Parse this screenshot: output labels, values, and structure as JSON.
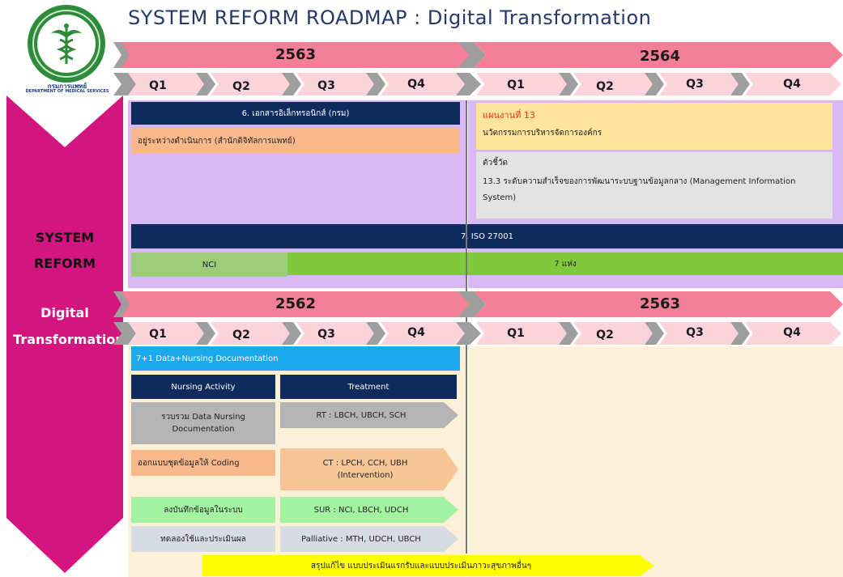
{
  "title": "SYSTEM REFORM ROADMAP : Digital Transformation",
  "logo": {
    "org_th": "กรมการแพทย์",
    "org_en": "DEPARTMENT OF MEDICAL SERVICES",
    "icon": "ministry-of-public-health-seal"
  },
  "side": {
    "line1": "SYSTEM",
    "line2": "REFORM",
    "line3": "Digital",
    "line4": "Transformation."
  },
  "colors": {
    "magenta": "#d4147f",
    "pink_year": "#f57f97",
    "pink_quarter": "#fbd3db",
    "gray_arrow": "#9e9e9e",
    "navy": "#0f2a5c",
    "lavender": "#d9b8f5",
    "beige": "#fdf0d8",
    "orange": "#f7b98c",
    "yellow_box": "#ffe49b",
    "green_light": "#9ccc7a",
    "green": "#80c83c",
    "cyan": "#1aa9ec",
    "gray_cell": "#b4b4b4",
    "mint": "#a2f2a2",
    "light_gray": "#d7dbe2",
    "yellow": "#ffff00"
  },
  "top": {
    "years": [
      "2563",
      "2564"
    ],
    "quarters": [
      "Q1",
      "Q2",
      "Q3",
      "Q4",
      "Q1",
      "Q2",
      "Q3",
      "Q4"
    ],
    "edoc_bar": "6. เอกสารอิเล็กทรอนิกส์ (กรม)",
    "in_progress": "อยู่ระหว่างดำเนินการ (สำนักดิจิทัลการแพทย์)",
    "plan_title": "แผนงานที่ 13",
    "plan_name": "นวัตกรรมการบริหารจัดการองค์กร",
    "indicator_label": "ตัวชี้วัด",
    "indicator_text": "13.3 ระดับความสำเร็จของการพัฒนาระบบฐานข้อมูลกลาง (Management Information System)",
    "iso_bar": "7. ISO 27001",
    "nci": "NCI",
    "seven_sites": "7 แห่ง"
  },
  "bottom": {
    "years": [
      "2562",
      "2563"
    ],
    "quarters": [
      "Q1",
      "Q2",
      "Q3",
      "Q4",
      "Q1",
      "Q2",
      "Q3",
      "Q4"
    ],
    "data_bar": "7+1 Data+Nursing Documentation",
    "nursing_header": "Nursing Activity",
    "treatment_header": "Treatment",
    "nursing_items": [
      "รวบรวม Data Nursing Documentation",
      "ออกแบบชุดข้อมูลให้ Coding",
      "ลงบันทึกข้อมูลในระบบ",
      "ทดลองใช้และประเมินผล"
    ],
    "treatment_items": [
      "RT : LBCH, UBCH, SCH",
      "CT : LPCH, CCH, UBH (Intervention)",
      "SUR : NCI, LBCH, UDCH",
      "Palliative : MTH, UDCH, UBCH"
    ],
    "summary": "สรุปแก้ไข แบบประเมินแรกรับและแบบประเมินภาวะสุขภาพอื่นๆ"
  }
}
